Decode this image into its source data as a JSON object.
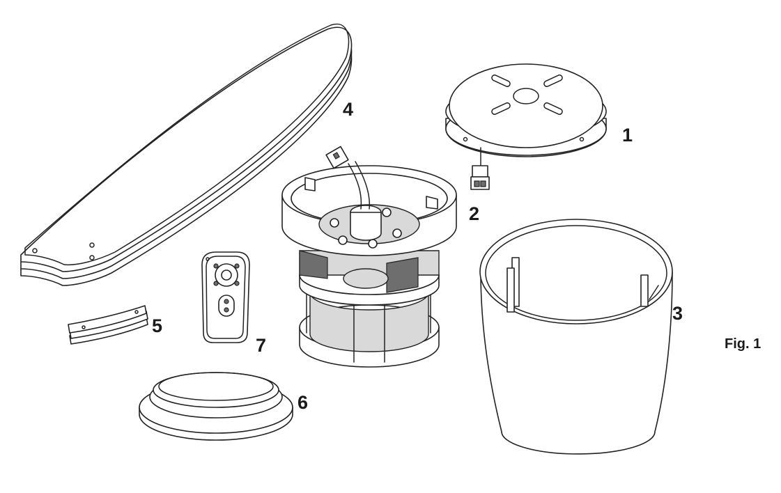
{
  "callouts": {
    "p1": "1",
    "p2": "2",
    "p3": "3",
    "p4": "4",
    "p5": "5",
    "p6": "6",
    "p7": "7"
  },
  "figure_label": "Fig. 1"
}
